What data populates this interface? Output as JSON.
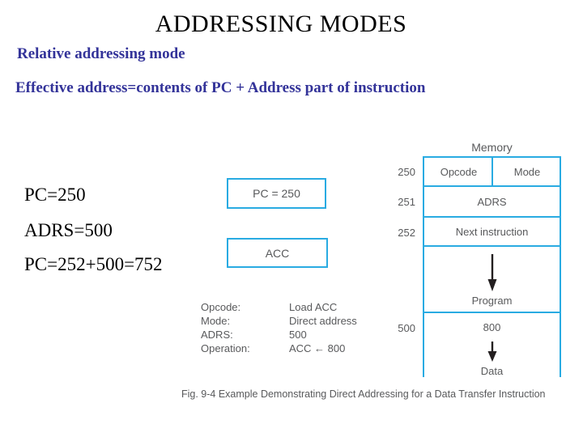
{
  "slide": {
    "title": "ADDRESSING MODES",
    "mode_heading": "Relative addressing mode",
    "formula": "Effective address=contents of PC + Address part of instruction",
    "calculations": [
      "PC=250",
      "ADRS=500",
      "PC=252+500=752"
    ]
  },
  "registers": {
    "pc_box_label": "PC = 250",
    "acc_box_label": "ACC"
  },
  "memory_diagram": {
    "title": "Memory",
    "cells": {
      "opcode": "Opcode",
      "mode": "Mode",
      "adrs": "ADRS",
      "next_instruction": "Next instruction",
      "program": "Program",
      "value_800": "800",
      "data": "Data"
    },
    "addresses": [
      "250",
      "251",
      "252",
      "500"
    ]
  },
  "legend": {
    "rows": [
      {
        "label": "Opcode:",
        "value": "Load ACC"
      },
      {
        "label": "Mode:",
        "value": "Direct address"
      },
      {
        "label": "ADRS:",
        "value": "500"
      },
      {
        "label": "Operation:",
        "value": "ACC ← 800"
      }
    ]
  },
  "caption": "Fig. 9-4  Example Demonstrating Direct Addressing for a Data Transfer Instruction",
  "colors": {
    "accent_cyan": "#29ABE2",
    "heading_navy": "#333399",
    "diagram_gray": "#58595B",
    "arrow_black": "#231F20"
  }
}
